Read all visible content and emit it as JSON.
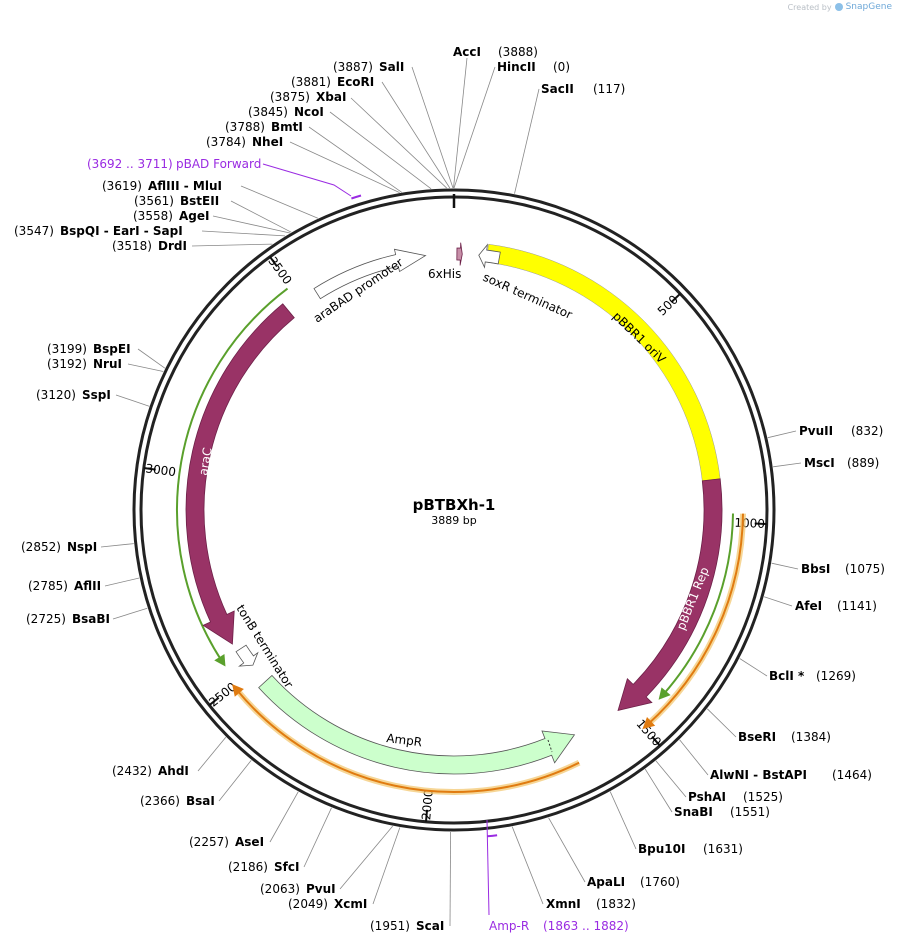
{
  "app": {
    "credit_prefix": "Created by",
    "credit_brand": "SnapGene"
  },
  "plasmid": {
    "name": "pBTBXh-1",
    "length_label": "3889 bp",
    "length": 3889
  },
  "ticks": [
    {
      "label": "500",
      "pos": 500
    },
    {
      "label": "1000",
      "pos": 1000
    },
    {
      "label": "1500",
      "pos": 1500
    },
    {
      "label": "2000",
      "pos": 2000
    },
    {
      "label": "2500",
      "pos": 2500
    },
    {
      "label": "3000",
      "pos": 3000
    },
    {
      "label": "3500",
      "pos": 3500
    }
  ],
  "enzymes": [
    {
      "key": "acci",
      "name": "AccI",
      "pos": "(3888)",
      "site": 3888
    },
    {
      "key": "hincii",
      "name": "HincII",
      "pos": "(0)",
      "site": 0
    },
    {
      "key": "sacii",
      "name": "SacII",
      "pos": "(117)",
      "site": 117
    },
    {
      "key": "sali",
      "name": "SalI",
      "pos": "(3887)",
      "site": 3887
    },
    {
      "key": "ecori",
      "name": "EcoRI",
      "pos": "(3881)",
      "site": 3881
    },
    {
      "key": "xbai",
      "name": "XbaI",
      "pos": "(3875)",
      "site": 3875
    },
    {
      "key": "ncoi",
      "name": "NcoI",
      "pos": "(3845)",
      "site": 3845
    },
    {
      "key": "bmti",
      "name": "BmtI",
      "pos": "(3788)",
      "site": 3788
    },
    {
      "key": "nhei",
      "name": "NheI",
      "pos": "(3784)",
      "site": 3784
    },
    {
      "key": "afliii",
      "name": "AflIII - MluI",
      "pos": "(3619)",
      "site": 3619
    },
    {
      "key": "bsteii",
      "name": "BstEII",
      "pos": "(3561)",
      "site": 3561
    },
    {
      "key": "agei",
      "name": "AgeI",
      "pos": "(3558)",
      "site": 3558
    },
    {
      "key": "bspqi",
      "name": "BspQI - EarI - SapI",
      "pos": "(3547)",
      "site": 3547
    },
    {
      "key": "drdi",
      "name": "DrdI",
      "pos": "(3518)",
      "site": 3518
    },
    {
      "key": "bspei",
      "name": "BspEI",
      "pos": "(3199)",
      "site": 3199
    },
    {
      "key": "nrui",
      "name": "NruI",
      "pos": "(3192)",
      "site": 3192
    },
    {
      "key": "sspi",
      "name": "SspI",
      "pos": "(3120)",
      "site": 3120
    },
    {
      "key": "nspi",
      "name": "NspI",
      "pos": "(2852)",
      "site": 2852
    },
    {
      "key": "aflii",
      "name": "AflII",
      "pos": "(2785)",
      "site": 2785
    },
    {
      "key": "bsabi",
      "name": "BsaBI",
      "pos": "(2725)",
      "site": 2725
    },
    {
      "key": "ahdi",
      "name": "AhdI",
      "pos": "(2432)",
      "site": 2432
    },
    {
      "key": "bsai",
      "name": "BsaI",
      "pos": "(2366)",
      "site": 2366
    },
    {
      "key": "asei",
      "name": "AseI",
      "pos": "(2257)",
      "site": 2257
    },
    {
      "key": "sfci",
      "name": "SfcI",
      "pos": "(2186)",
      "site": 2186
    },
    {
      "key": "pvui",
      "name": "PvuI",
      "pos": "(2063)",
      "site": 2063
    },
    {
      "key": "xcmi",
      "name": "XcmI",
      "pos": "(2049)",
      "site": 2049
    },
    {
      "key": "scai",
      "name": "ScaI",
      "pos": "(1951)",
      "site": 1951
    },
    {
      "key": "xmni",
      "name": "XmnI",
      "pos": "(1832)",
      "site": 1832
    },
    {
      "key": "apali",
      "name": "ApaLI",
      "pos": "(1760)",
      "site": 1760
    },
    {
      "key": "bpu10i",
      "name": "Bpu10I",
      "pos": "(1631)",
      "site": 1631
    },
    {
      "key": "snabi",
      "name": "SnaBI",
      "pos": "(1551)",
      "site": 1551
    },
    {
      "key": "pshai",
      "name": "PshAI",
      "pos": "(1525)",
      "site": 1525
    },
    {
      "key": "alwni",
      "name": "AlwNI - BstAPI",
      "pos": "(1464)",
      "site": 1464
    },
    {
      "key": "beri",
      "name": "BseRI",
      "pos": "(1384)",
      "site": 1384
    },
    {
      "key": "bcli",
      "name": "BclI *",
      "pos": "(1269)",
      "site": 1269
    },
    {
      "key": "afei",
      "name": "AfeI",
      "pos": "(1141)",
      "site": 1141
    },
    {
      "key": "bbsi",
      "name": "BbsI",
      "pos": "(1075)",
      "site": 1075
    },
    {
      "key": "msci",
      "name": "MscI",
      "pos": "(889)",
      "site": 889
    },
    {
      "key": "pvuii",
      "name": "PvuII",
      "pos": "(832)",
      "site": 832
    }
  ],
  "primers": [
    {
      "key": "pbad",
      "name": "pBAD Forward",
      "range": "(3692 .. 3711)",
      "start": 3692,
      "end": 3711
    },
    {
      "key": "ampr",
      "name": "Amp-R",
      "range": "(1863 .. 1882)",
      "start": 1863,
      "end": 1882
    }
  ],
  "features": [
    {
      "key": "his",
      "label": "6xHis",
      "color": "#c78fa8",
      "kind": "tag"
    },
    {
      "key": "soxr",
      "label": "soxR terminator",
      "color": "#ffffff",
      "kind": "terminator"
    },
    {
      "key": "orivs",
      "label": "pBBR1 oriV",
      "color": "#ffff00",
      "kind": "rep_origin"
    },
    {
      "key": "rep",
      "label": "pBBR1 Rep",
      "color": "#993366",
      "kind": "cds"
    },
    {
      "key": "ampr",
      "label": "AmpR",
      "color": "#ccffcc",
      "kind": "cds"
    },
    {
      "key": "tonb",
      "label": "tonB terminator",
      "color": "#ffffff",
      "kind": "terminator"
    },
    {
      "key": "arac",
      "label": "araC",
      "color": "#993366",
      "kind": "cds"
    },
    {
      "key": "arabad",
      "label": "araBAD promoter",
      "color": "#ffffff",
      "kind": "promoter"
    }
  ],
  "colors": {
    "backbone": "#222222",
    "primer": "#9a2be2",
    "orf_green": "#5aa02c",
    "orf_orange": "#e8a020"
  }
}
